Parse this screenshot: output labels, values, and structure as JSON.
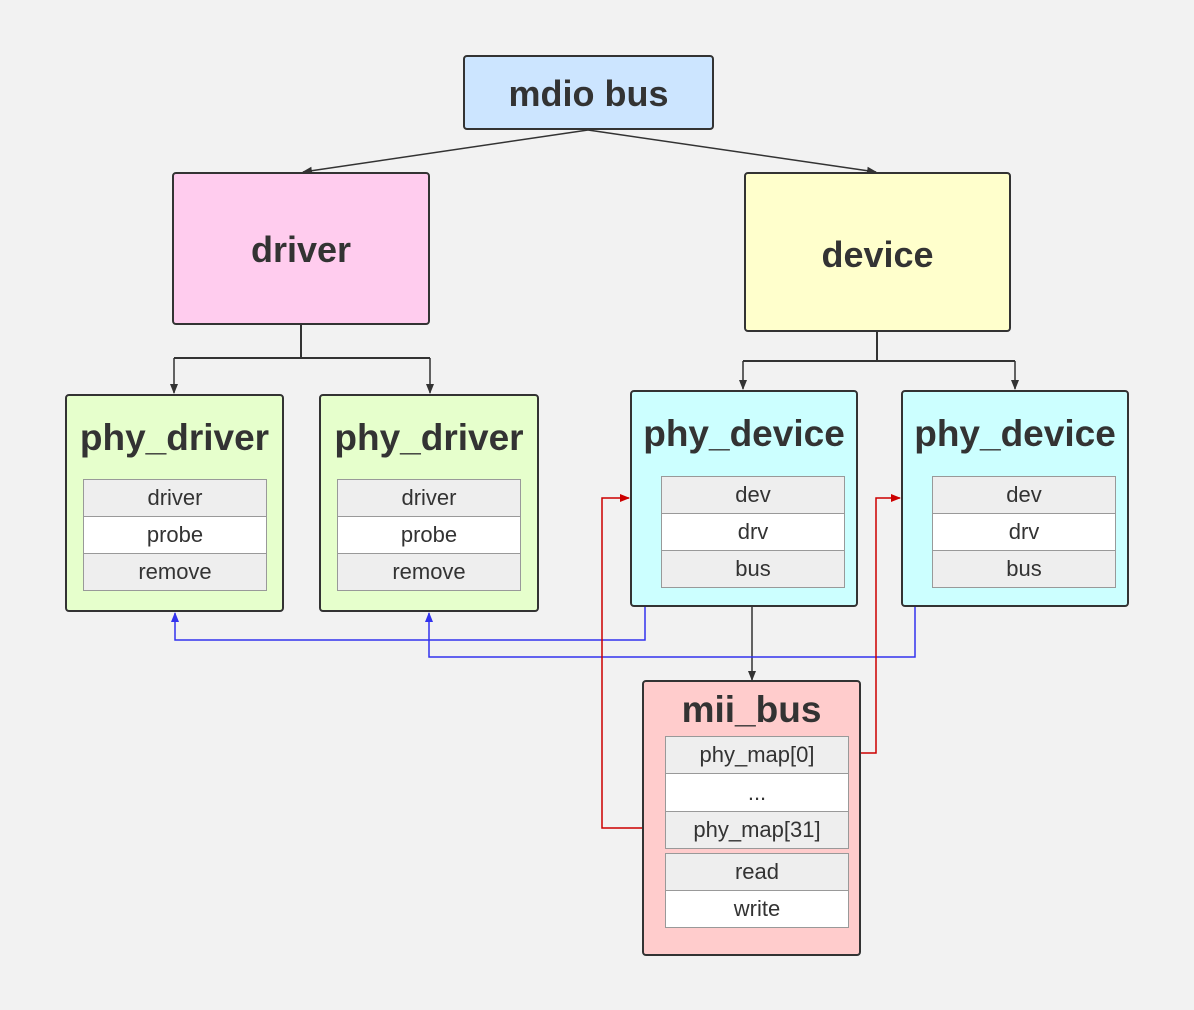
{
  "colors": {
    "background": "#f2f2f2",
    "border": "#333333",
    "mdio_bus_fill": "#cce5ff",
    "driver_fill": "#ffccee",
    "device_fill": "#ffffcc",
    "phy_driver_fill": "#e6ffcc",
    "phy_device_fill": "#ccffff",
    "mii_bus_fill": "#ffcccc",
    "field_grey": "#eeeeee",
    "field_white": "#ffffff",
    "edge_black": "#333333",
    "edge_blue": "#3333ee",
    "edge_red": "#cc0000"
  },
  "nodes": {
    "mdio_bus": {
      "title": "mdio bus"
    },
    "driver": {
      "title": "driver"
    },
    "device": {
      "title": "device"
    },
    "phy_driver_1": {
      "title": "phy_driver",
      "fields": [
        "driver",
        "probe",
        "remove"
      ]
    },
    "phy_driver_2": {
      "title": "phy_driver",
      "fields": [
        "driver",
        "probe",
        "remove"
      ]
    },
    "phy_device_1": {
      "title": "phy_device",
      "fields": [
        "dev",
        "drv",
        "bus"
      ]
    },
    "phy_device_2": {
      "title": "phy_device",
      "fields": [
        "dev",
        "drv",
        "bus"
      ]
    },
    "mii_bus": {
      "title": "mii_bus",
      "map_fields": [
        "phy_map[0]",
        "...",
        "phy_map[31]"
      ],
      "op_fields": [
        "read",
        "write"
      ]
    }
  },
  "edges": [
    {
      "from": "mdio_bus",
      "to": "driver",
      "color": "black"
    },
    {
      "from": "mdio_bus",
      "to": "device",
      "color": "black"
    },
    {
      "from": "driver",
      "to": "phy_driver_1",
      "color": "black"
    },
    {
      "from": "driver",
      "to": "phy_driver_2",
      "color": "black"
    },
    {
      "from": "device",
      "to": "phy_device_1",
      "color": "black"
    },
    {
      "from": "device",
      "to": "phy_device_2",
      "color": "black"
    },
    {
      "from": "phy_device_1.bus",
      "to": "mii_bus",
      "color": "black"
    },
    {
      "from": "phy_device_1.drv",
      "to": "phy_driver_1",
      "color": "blue"
    },
    {
      "from": "phy_device_2.drv",
      "to": "phy_driver_2",
      "color": "blue"
    },
    {
      "from": "mii_bus.phy_map[0]",
      "to": "phy_device_2",
      "color": "red"
    },
    {
      "from": "mii_bus.phy_map[31]",
      "to": "phy_device_1",
      "color": "red"
    }
  ]
}
